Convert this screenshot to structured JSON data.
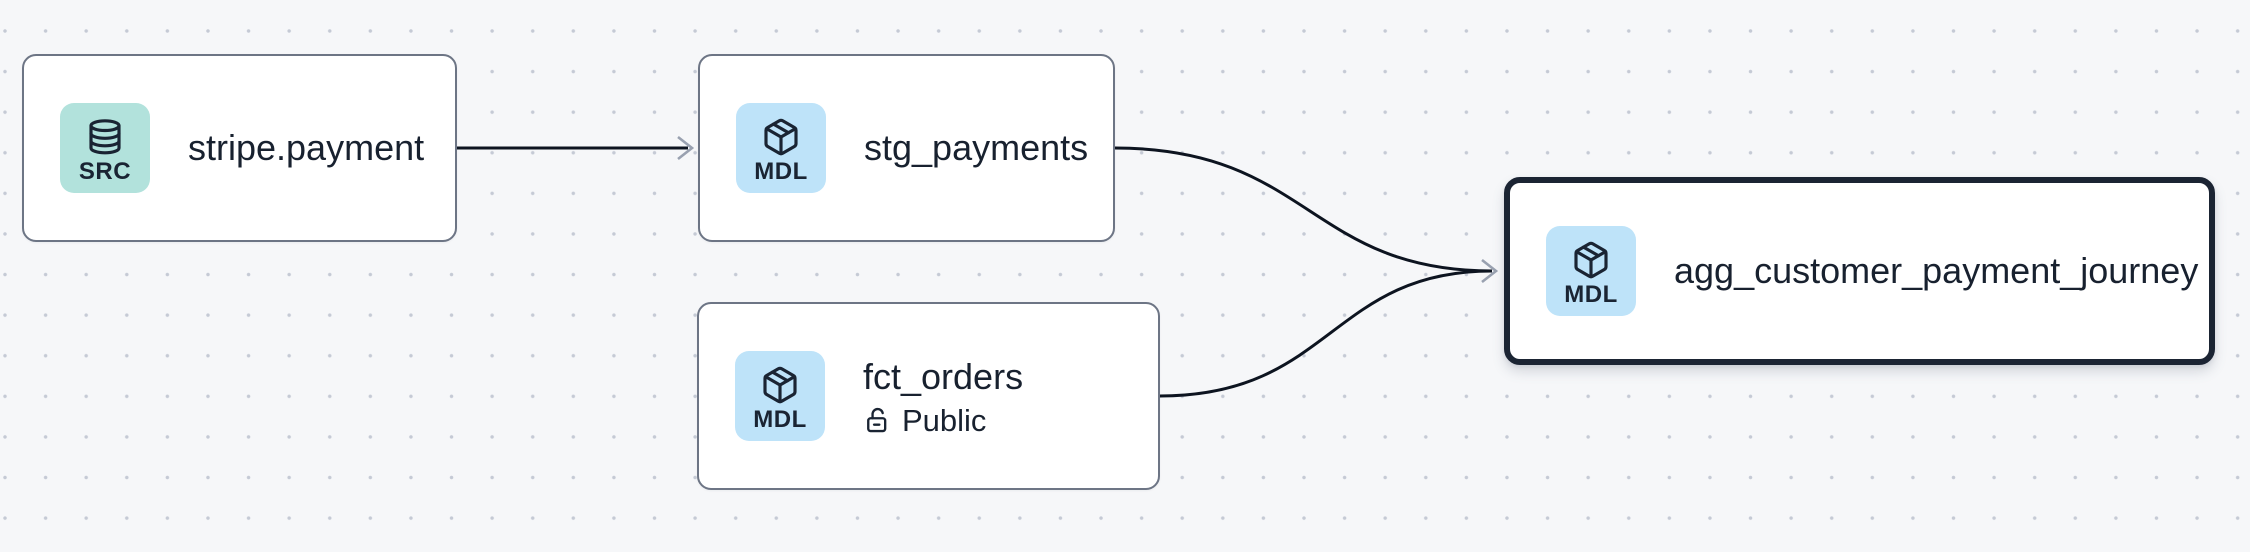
{
  "app": {
    "view": "lineage-graph"
  },
  "canvas": {
    "background_color": "#f6f7f9",
    "dot_color": "#c5cad5",
    "edge_color": "#0d1420",
    "arrowhead_color": "#99a1b0"
  },
  "nodes": [
    {
      "id": "stripe.payment",
      "label": "stripe.payment",
      "badge": {
        "label": "SRC",
        "icon": "database-icon",
        "color": "#b2e2dc"
      },
      "selected": false
    },
    {
      "id": "stg_payments",
      "label": "stg_payments",
      "badge": {
        "label": "MDL",
        "icon": "cube-icon",
        "color": "#bee3f9"
      },
      "selected": false
    },
    {
      "id": "fct_orders",
      "label": "fct_orders",
      "sublabel": "Public",
      "sublabel_icon": "lock-open-icon",
      "badge": {
        "label": "MDL",
        "icon": "cube-icon",
        "color": "#bee3f9"
      },
      "selected": false
    },
    {
      "id": "agg_customer_payment_journey",
      "label": "agg_customer_payment_journey",
      "badge": {
        "label": "MDL",
        "icon": "cube-icon",
        "color": "#bee3f9"
      },
      "selected": true,
      "selected_border_color": "#1b2433"
    }
  ],
  "edges": [
    {
      "source": "stripe.payment",
      "target": "stg_payments"
    },
    {
      "source": "stg_payments",
      "target": "agg_customer_payment_journey"
    },
    {
      "source": "fct_orders",
      "target": "agg_customer_payment_journey"
    }
  ]
}
